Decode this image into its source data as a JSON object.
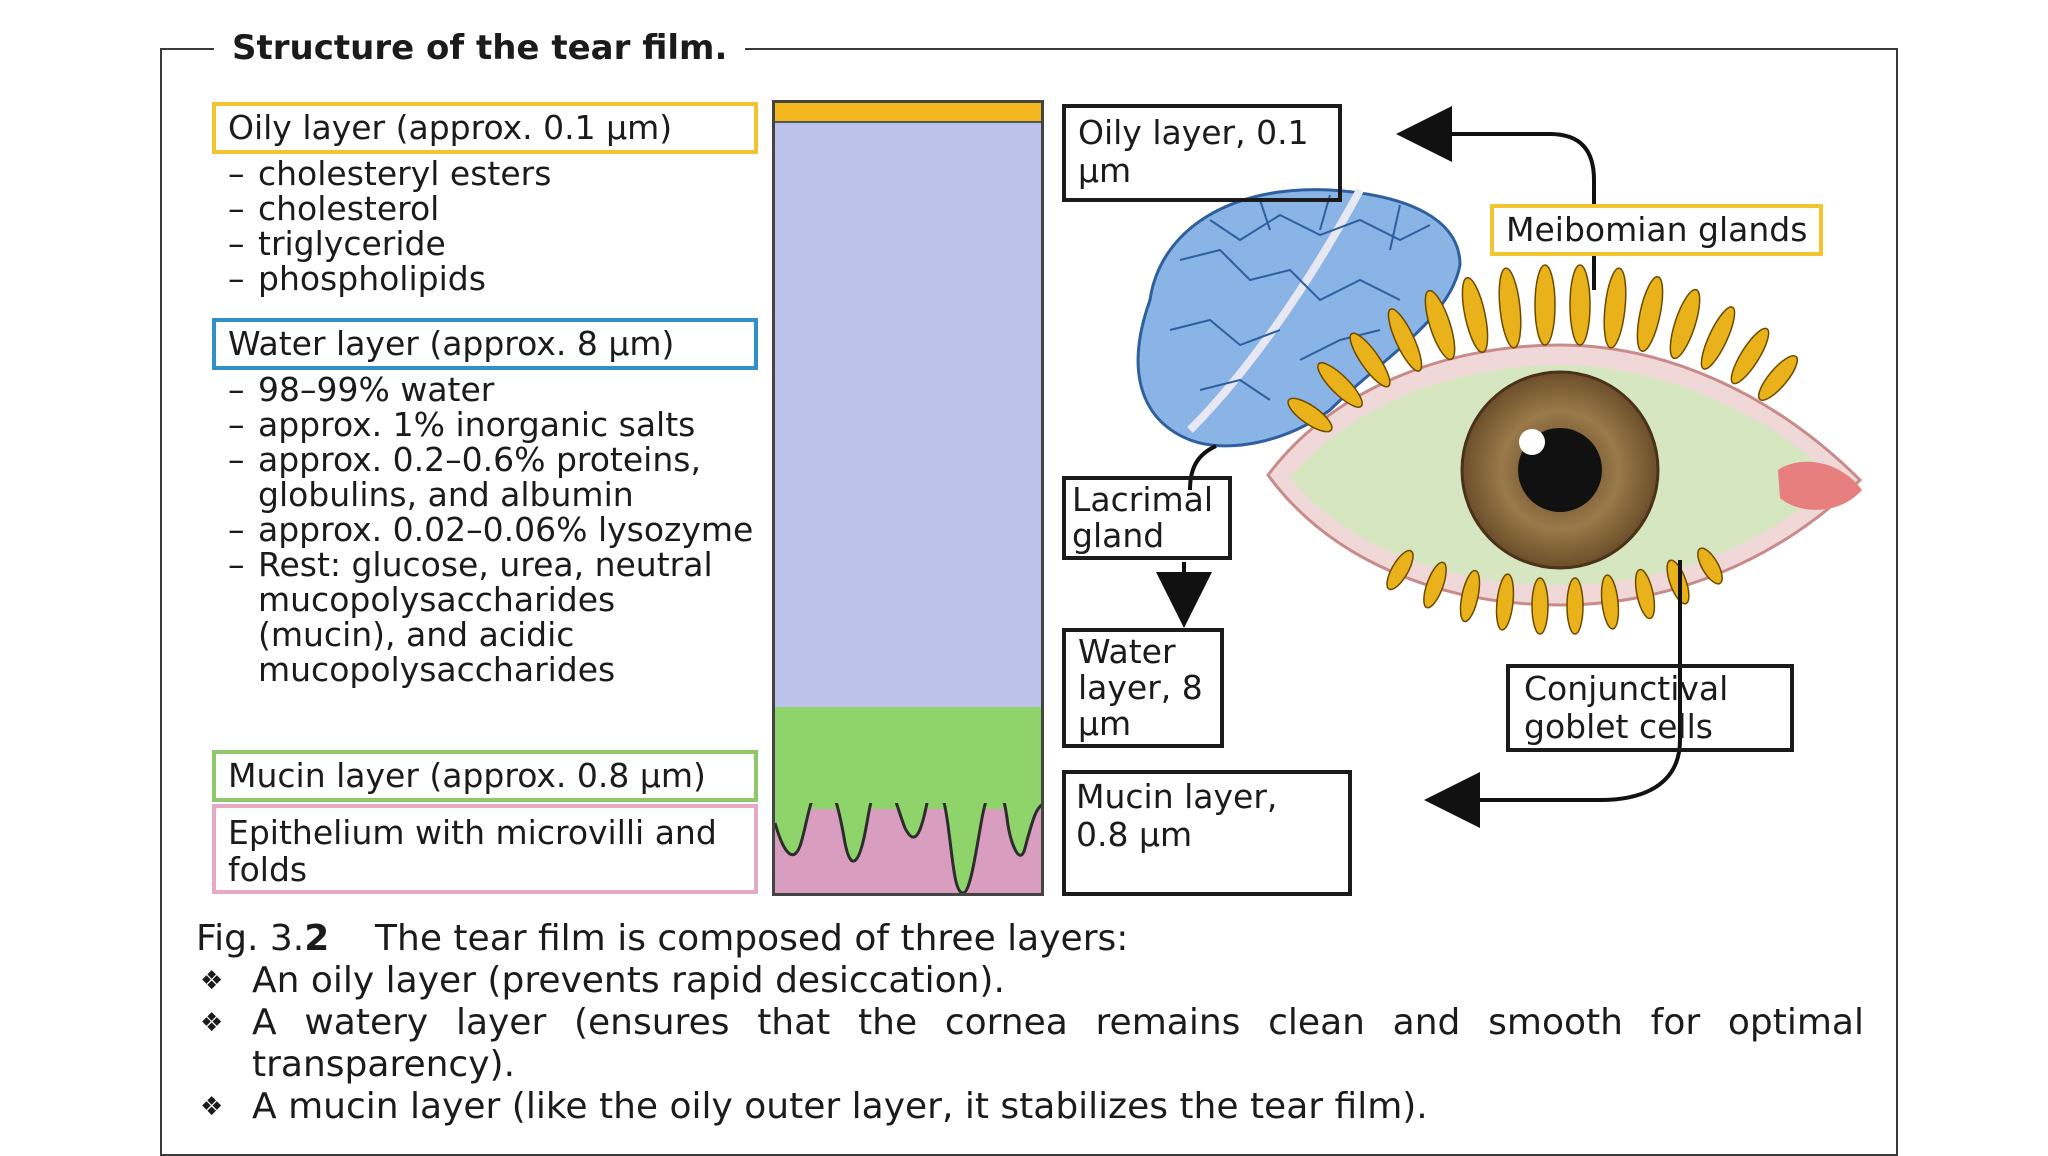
{
  "title": "Structure of the tear film.",
  "left_labels": {
    "oily": "Oily layer (approx. 0.1 µm)",
    "oily_items": [
      "cholesteryl esters",
      "cholesterol",
      "triglyceride",
      "phospholipids"
    ],
    "water": "Water layer (approx. 8 µm)",
    "water_items": [
      "98–99% water",
      "approx. 1% inorganic salts",
      "approx. 0.2–0.6% proteins, globulins, and albumin",
      "approx. 0.02–0.06% lysozyme",
      "Rest: glucose, urea, neutral mucopolysaccharides (mucin), and acidic mucopolysaccharides"
    ],
    "mucin": "Mucin layer (approx. 0.8 µm)",
    "epithelium": "Epithelium with microvilli and folds"
  },
  "right_labels": {
    "oily": "Oily layer, 0.1 µm",
    "meibomian": "Meibomian glands",
    "lacrimal": "Lacrimal gland",
    "water": "Water layer, 8 µm",
    "conjunctival": "Conjunctival goblet cells",
    "mucin": "Mucin layer, 0.8 µm"
  },
  "caption": {
    "fig_prefix": "Fig. 3.",
    "fig_num": "2",
    "fig_text": "The tear film is composed of three layers:",
    "bullets": [
      "An oily layer (prevents rapid desiccation).",
      "A watery layer (ensures that the cornea remains clean and smooth for optimal transparency).",
      "A mucin layer (like the oily outer layer, it stabilizes the tear film)."
    ]
  },
  "colors": {
    "oily_border": "#f2c530",
    "water_border": "#2f8fc8",
    "mucin_border": "#8fc86a",
    "epithelium_border": "#e6a9c3",
    "oil_layer": "#f4b71d",
    "water_layer": "#bcc3ea",
    "mucin_layer": "#8fd46b",
    "epithelium_layer": "#d99dbf"
  }
}
